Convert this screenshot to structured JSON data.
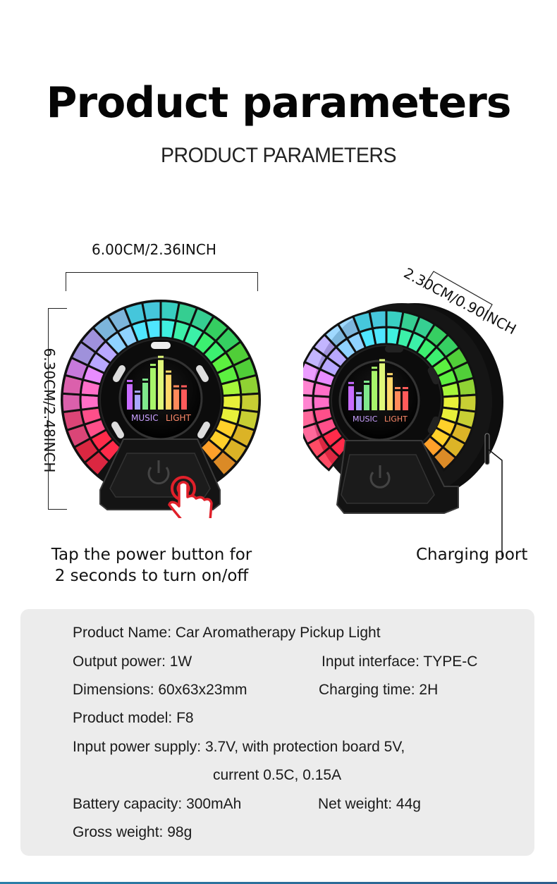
{
  "header": {
    "title": "Product parameters",
    "subtitle": "PRODUCT PARAMETERS"
  },
  "dimensions": {
    "width": "6.00CM/2.36INCH",
    "height": "6.30CM/2.48INCH",
    "depth": "2.30CM/0.90INCH"
  },
  "device": {
    "screen_text_left": "MUSIC",
    "screen_text_right": "LIGHT",
    "eq_bar_colors": [
      "#c86cff",
      "#a9a6ff",
      "#7fe98c",
      "#a8f56a",
      "#dff77a",
      "#ffd86a",
      "#ff8a5a",
      "#ff5a5a"
    ],
    "ring_colors": [
      "#ff2b4a",
      "#ff4f8a",
      "#ff6fc8",
      "#e88cff",
      "#b8a8ff",
      "#8fd2ff",
      "#4fe6ff",
      "#3ff0e0",
      "#3cf0a8",
      "#3cf070",
      "#5cf040",
      "#a6f53a",
      "#e8f03a",
      "#ffd02a",
      "#ffa02a"
    ]
  },
  "captions": {
    "power_line1": "Tap the power button for",
    "power_line2": "2 seconds to turn on/off",
    "charging_port": "Charging port"
  },
  "specs": {
    "product_name": "Product Name: Car Aromatherapy Pickup Light",
    "output_power": "Output power: 1W",
    "input_interface": "Input interface: TYPE-C",
    "dimensions": "Dimensions: 60x63x23mm",
    "charging_time": "Charging time: 2H",
    "product_model": "Product model: F8",
    "input_power_line1": "Input power supply: 3.7V, with protection board 5V,",
    "input_power_line2": "current 0.5C, 0.15A",
    "battery_capacity": "Battery capacity: 300mAh",
    "net_weight": "Net weight: 44g",
    "gross_weight": "Gross weight: 98g"
  },
  "colors": {
    "panel_bg": "#ececec",
    "accent_red": "#e0202a",
    "bottom_bar": "#2d6a98"
  }
}
